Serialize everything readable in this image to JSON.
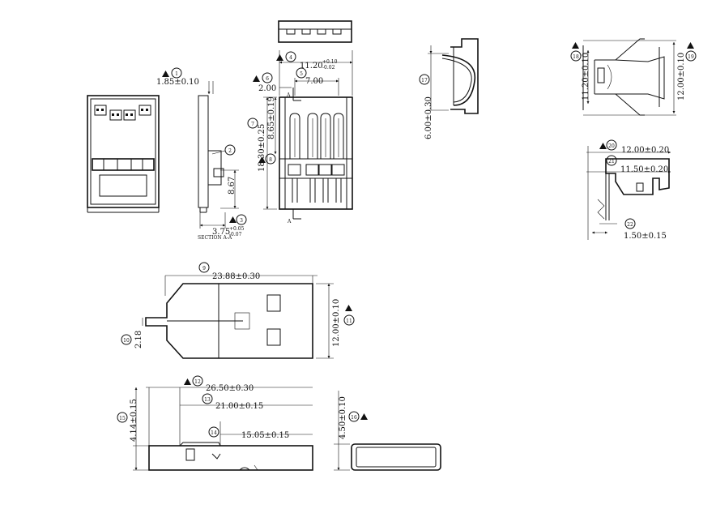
{
  "drawing": {
    "section_label": "SECTION A-A",
    "section_marker": "A",
    "callouts": [
      "1",
      "2",
      "3",
      "4",
      "5",
      "6",
      "7",
      "8",
      "9",
      "10",
      "11",
      "12",
      "13",
      "14",
      "15",
      "16",
      "17",
      "18",
      "19",
      "20",
      "21",
      "22"
    ],
    "dims": {
      "d1": "1.85±0.10",
      "d3_main": "3.75",
      "d3_tol_up": "+0.05",
      "d3_tol_dn": "-0.07",
      "d_867": "8.67",
      "d4_main": "11.20",
      "d4_tol_up": "+0.10",
      "d4_tol_dn": "-0.02",
      "d5": "7.00",
      "d6": "2.00",
      "d7": "18.30±0.25",
      "d8": "8.65±0.19",
      "d9": "23.88±0.30",
      "d10": "2.18",
      "d11": "12.00±0.10",
      "d12": "26.50±0.30",
      "d13": "21.00±0.15",
      "d14": "15.05±0.15",
      "d15": "4.14±0.15",
      "d16": "4.50±0.10",
      "d17": "6.00±0.30",
      "d18": "11.20±0.10",
      "d19": "12.00±0.10",
      "d20": "12.00±0.20",
      "d21": "11.50±0.20",
      "d22": "1.50±0.15"
    }
  }
}
